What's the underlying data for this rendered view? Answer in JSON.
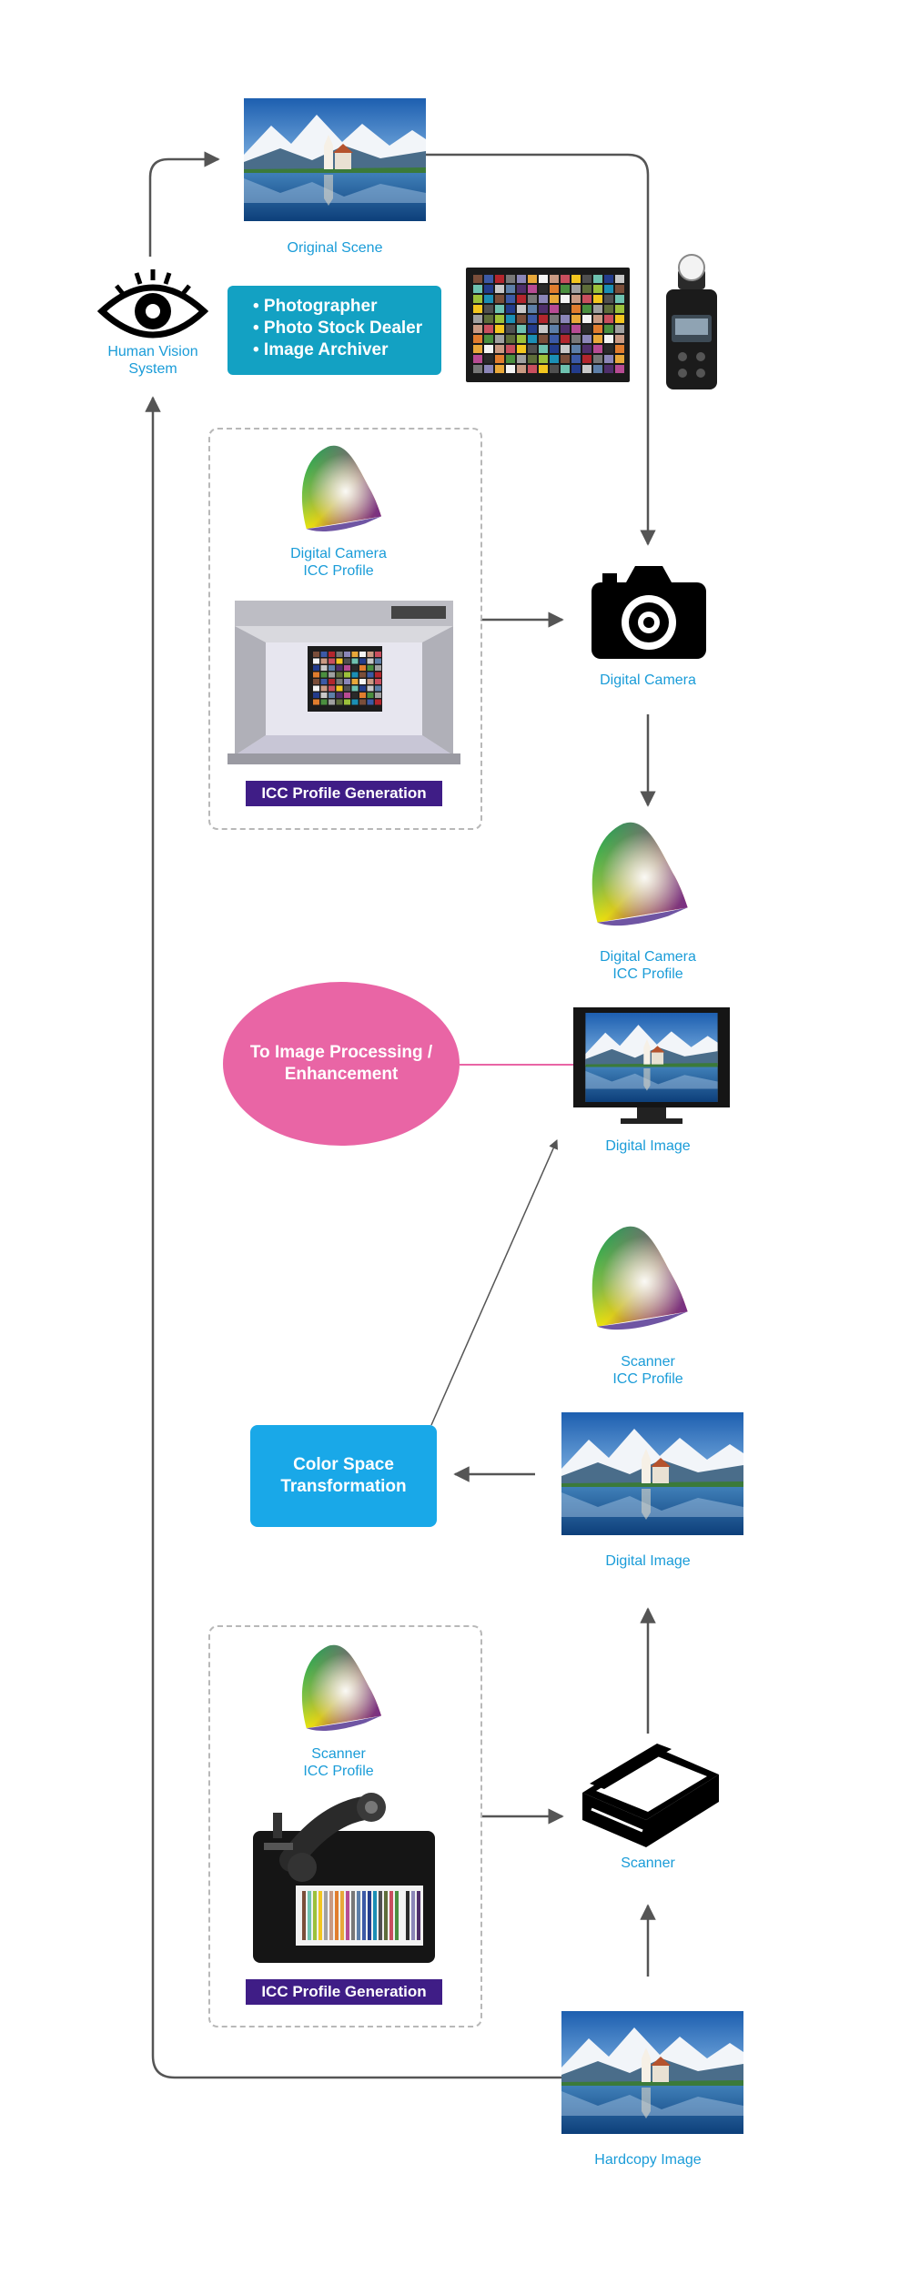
{
  "nodes": {
    "original_scene": "Original Scene",
    "human_vision": [
      "Human Vision",
      "System"
    ],
    "roles": [
      "• Photographer",
      "• Photo Stock Dealer",
      "• Image Archiver"
    ],
    "camera_profile_top": [
      "Digital Camera",
      "ICC Profile"
    ],
    "profile_generation_1": "ICC Profile Generation",
    "digital_camera": "Digital Camera",
    "camera_profile_mid": [
      "Digital Camera",
      "ICC Profile"
    ],
    "processing": [
      "To Image Processing /",
      "Enhancement"
    ],
    "digital_image_1": "Digital Image",
    "scanner_profile_mid": [
      "Scanner",
      "ICC Profile"
    ],
    "color_transform": [
      "Color Space",
      "Transformation"
    ],
    "digital_image_2": "Digital Image",
    "scanner_profile_box": [
      "Scanner",
      "ICC Profile"
    ],
    "profile_generation_2": "ICC Profile Generation",
    "scanner": "Scanner",
    "hardcopy": "Hardcopy Image"
  },
  "colors": {
    "label_blue": "#1a9cd8",
    "teal": "#13a1c3",
    "purple": "#3f1d86",
    "pink": "#e965a5",
    "transform_blue": "#19a8e8",
    "arrow_gray": "#555555"
  },
  "icons": [
    "eye-icon",
    "camera-icon",
    "scanner-icon",
    "color-gamut-icon",
    "light-meter-icon",
    "color-chart-icon",
    "light-booth-icon",
    "scanner-device-icon",
    "monitor-icon",
    "landscape-photo-icon"
  ]
}
